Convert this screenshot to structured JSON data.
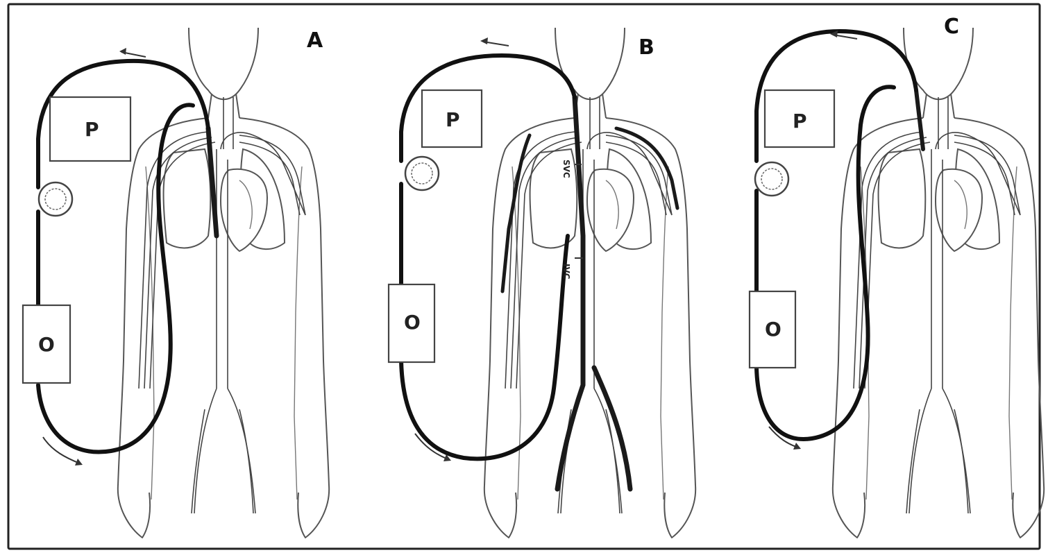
{
  "panels": [
    {
      "letter": "A",
      "pump_label": "P",
      "oxygenator_label": "O"
    },
    {
      "letter": "B",
      "pump_label": "P",
      "oxygenator_label": "O",
      "vessel_labels": [
        "SVC",
        "IVC"
      ]
    },
    {
      "letter": "C",
      "pump_label": "P",
      "oxygenator_label": "O"
    }
  ],
  "colors": {
    "circuit": "#111111",
    "outline": "#555555",
    "frame": "#222222"
  }
}
